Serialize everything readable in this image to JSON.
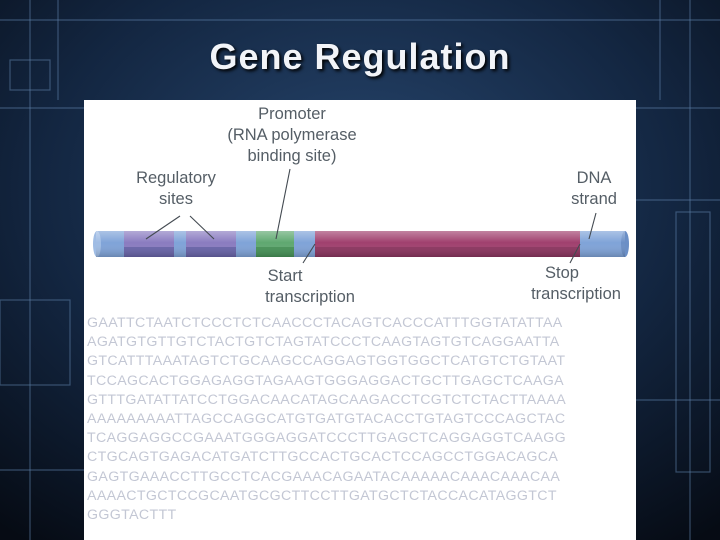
{
  "slide": {
    "title": "Gene Regulation"
  },
  "diagram": {
    "labels": {
      "promoter": [
        "Promoter",
        "(RNA polymerase",
        "binding site)"
      ],
      "regulatory": [
        "Regulatory",
        "sites"
      ],
      "dna": [
        "DNA",
        "strand"
      ],
      "start": [
        "Start",
        "transcription"
      ],
      "stop": [
        "Stop",
        "transcription"
      ]
    },
    "colors": {
      "dna_strand": "#7fa3d8",
      "regulatory_site": "#8a7cc0",
      "promoter": "#5fa870",
      "transcribed_region": "#a0406e",
      "label_text": "#555e66",
      "sequence_text": "#c3c7d4"
    }
  },
  "sequence": {
    "lines": [
      "GAATTCTAATCTCCCTCTCAACCCTACAGTCACCCATTTGGTATATTAA",
      "AGATGTGTTGTCTACTGTCTAGTATCCCTCAAGTAGTGTCAGGAATTA",
      "GTCATTTAAATAGTCTGCAAGCCAGGAGTGGTGGCTCATGTCTGTAAT",
      "TCCAGCACTGGAGAGGTAGAAGTGGGAGGACTGCTTGAGCTCAAGA",
      "GTTTGATATTATCCTGGACAACATAGCAAGACCTCGTCTCTACTTAAAA",
      "AAAAAAAAATTAGCCAGGCATGTGATGTACACCTGTAGTCCCAGCTAC",
      "TCAGGAGGCCGAAATGGGAGGATCCCTTGAGCTCAGGAGGTCAAGG",
      "CTGCAGTGAGACATGATCTTGCCACTGCACTCCAGCCTGGACAGCA",
      "GAGTGAAACCTTGCCTCACGAAACAGAATACAAAAACAAACAAACAA",
      "AAAACTGCTCCGCAATGCGCTTCCTTGATGCTCTACCACATAGGTCT",
      "GGGTACTTT"
    ]
  }
}
